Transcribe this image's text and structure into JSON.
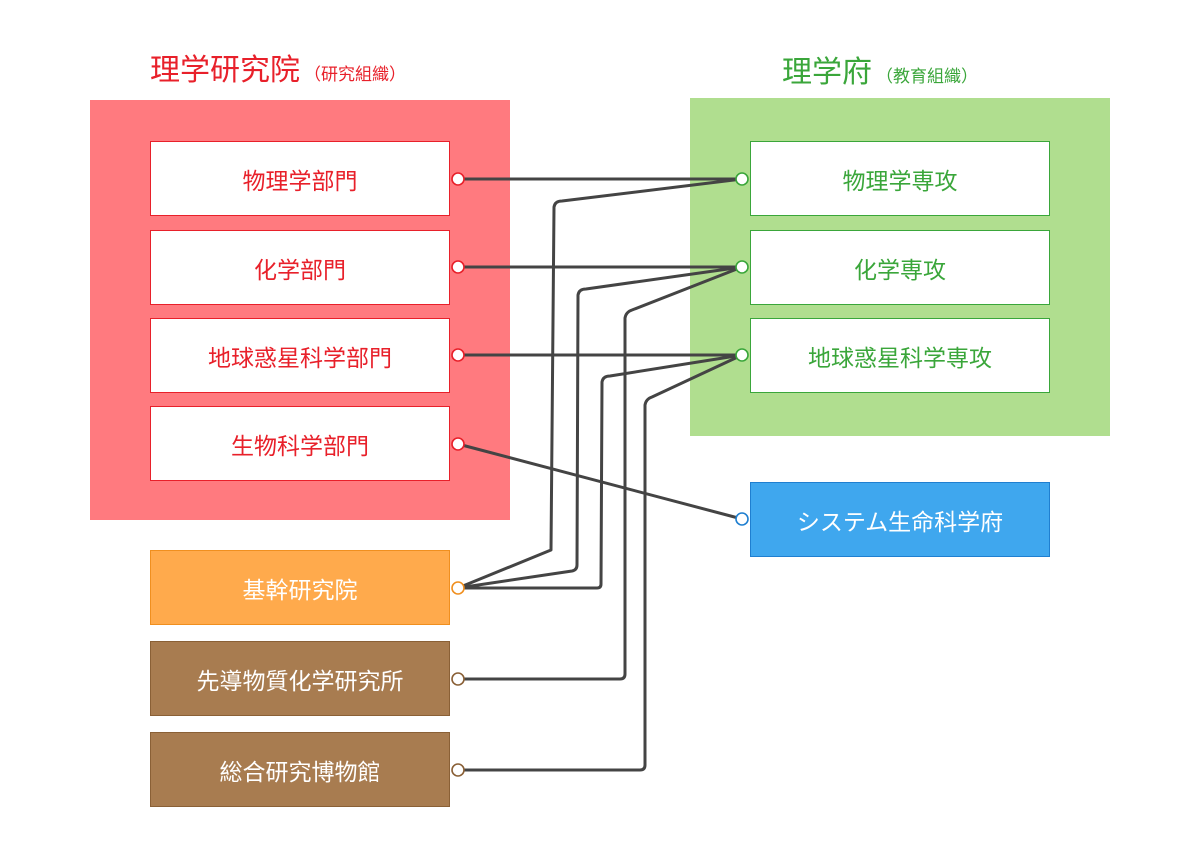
{
  "left_group": {
    "title": "理学研究院",
    "subtitle": "（研究組織）"
  },
  "right_group": {
    "title": "理学府",
    "subtitle": "（教育組織）"
  },
  "departments": [
    {
      "label": "物理学部門"
    },
    {
      "label": "化学部門"
    },
    {
      "label": "地球惑星科学部門"
    },
    {
      "label": "生物科学部門"
    }
  ],
  "majors": [
    {
      "label": "物理学専攻"
    },
    {
      "label": "化学専攻"
    },
    {
      "label": "地球惑星科学専攻"
    }
  ],
  "systems_life": {
    "label": "システム生命科学府"
  },
  "institutes": [
    {
      "label": "基幹研究院"
    },
    {
      "label": "先導物質化学研究所"
    },
    {
      "label": "総合研究博物館"
    }
  ],
  "colors": {
    "research_panel": "#ff7a7f",
    "education_panel": "#b0de8f",
    "research_text": "#e8202a",
    "education_text": "#3aa63a",
    "systems_life": "#3fa7ee",
    "kikan": "#ffaa4c",
    "other_institutes": "#a87c50",
    "connector": "#444444"
  }
}
